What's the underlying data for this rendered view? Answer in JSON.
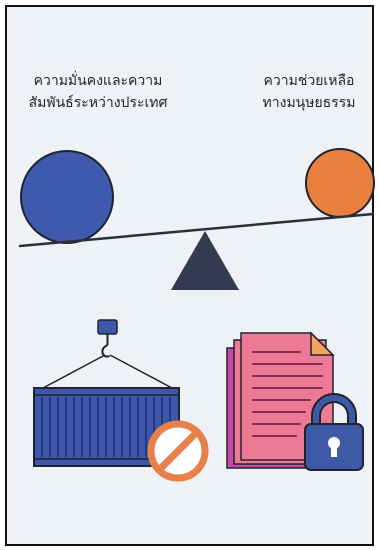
{
  "labels": {
    "left": [
      "ความมั่นคงและความ",
      "สัมพันธ์ระหว่างประเทศ"
    ],
    "right": [
      "ความช่วยเหลือ",
      "ทางมนุษยธรรม"
    ]
  },
  "colors": {
    "background": "#eef1f6",
    "left_ball": "#3f59ad",
    "right_ball": "#e8813e",
    "fulcrum": "#333b51",
    "container": "#3d58aa",
    "prohibition_sign": "#e8804a",
    "document_pages": "#ec7a95",
    "document_back": "#c848a8",
    "padlock": "#3e5aa6"
  },
  "icons": {
    "scale": "seesaw-balance-icon",
    "container": "shipping-container-crane-icon",
    "prohibition": "no-entry-icon",
    "documents": "documents-icon",
    "lock": "padlock-icon"
  }
}
